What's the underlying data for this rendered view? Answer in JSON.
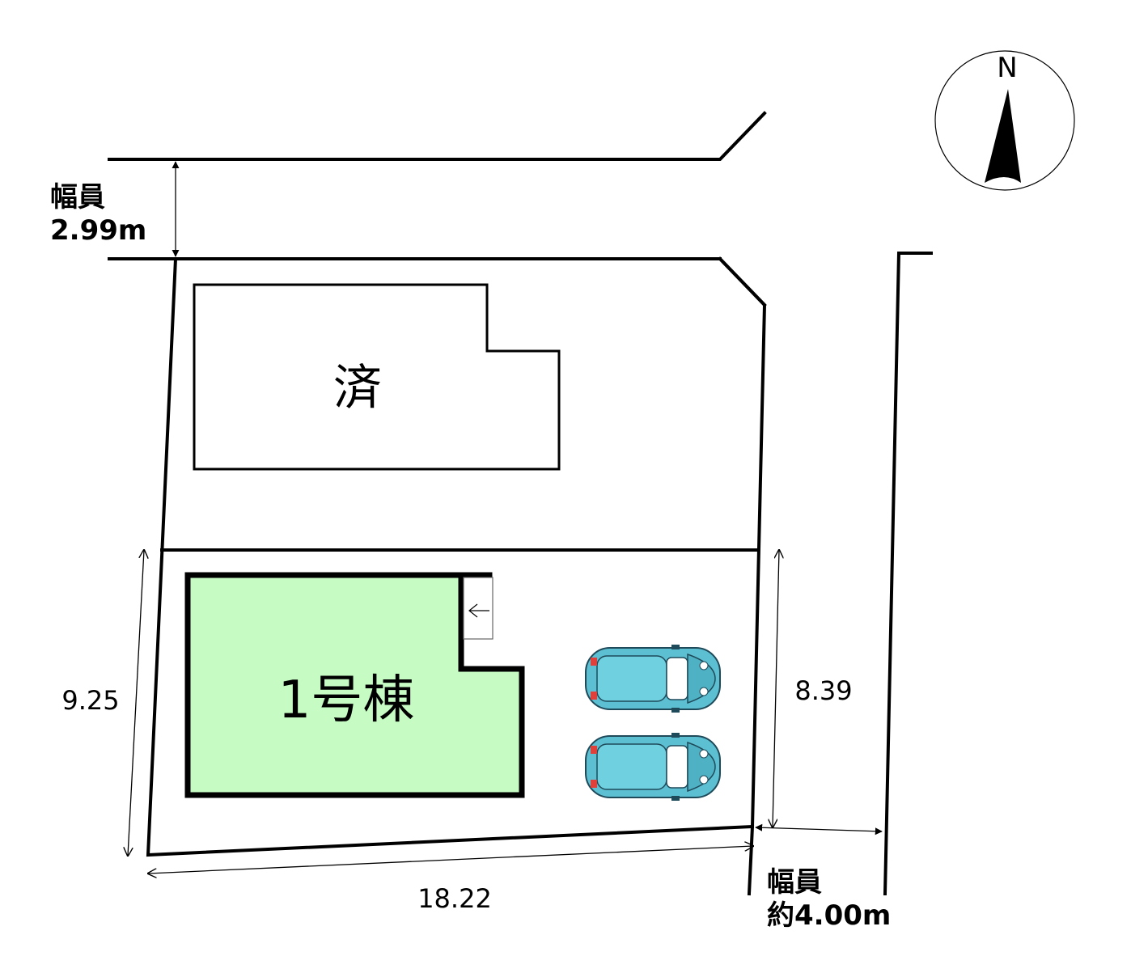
{
  "compass": {
    "north_label": "N"
  },
  "roads": {
    "north": {
      "label_line1": "幅員",
      "label_line2": "2.99m"
    },
    "east": {
      "label_line1": "幅員",
      "label_line2": "約4.00m"
    }
  },
  "lots": {
    "sold": {
      "label": "済"
    },
    "house1": {
      "label": "1号棟",
      "fill_color": "#c6fcc3"
    }
  },
  "dimensions": {
    "west_side": "9.25",
    "east_side": "8.39",
    "south_side": "18.22"
  },
  "car_color": "#5dc0d2"
}
